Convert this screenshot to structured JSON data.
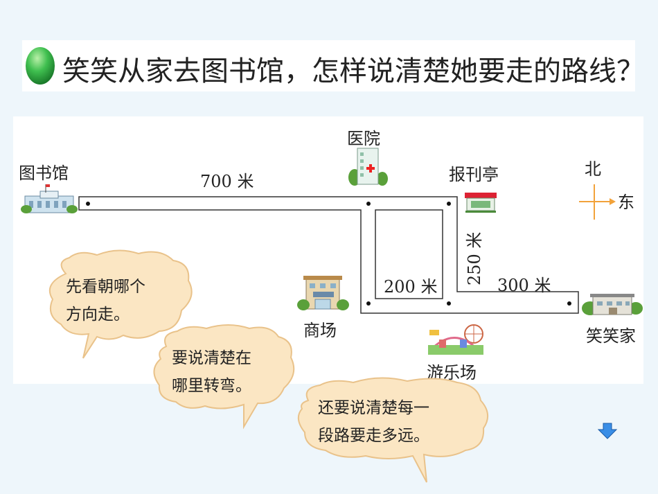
{
  "title": "笑笑从家去图书馆，怎样说清楚她要走的路线？",
  "places": {
    "library": "图书馆",
    "hospital": "医院",
    "newsstand": "报刊亭",
    "mall": "商场",
    "amusement_park": "游乐场",
    "home": "笑笑家"
  },
  "distances": {
    "d700": "700 米",
    "d200": "200 米",
    "d250": "250 米",
    "d300": "300 米"
  },
  "compass": {
    "north": "北",
    "east": "东"
  },
  "bubbles": {
    "b1": {
      "line1": "先看朝哪个",
      "line2": "方向走。"
    },
    "b2": {
      "line1": "要说清楚在",
      "line2": "哪里转弯。"
    },
    "b3": {
      "line1": "还要说清楚每一",
      "line2": "段路要走多远。"
    }
  },
  "colors": {
    "title_ball": "#2aa84a",
    "bubble_fill": "#fbe6c3",
    "bubble_stroke": "#e9c28a",
    "compass": "#f2a23a",
    "nav": "#3a8ee6"
  },
  "icons": {
    "next": "down-arrow-icon"
  }
}
